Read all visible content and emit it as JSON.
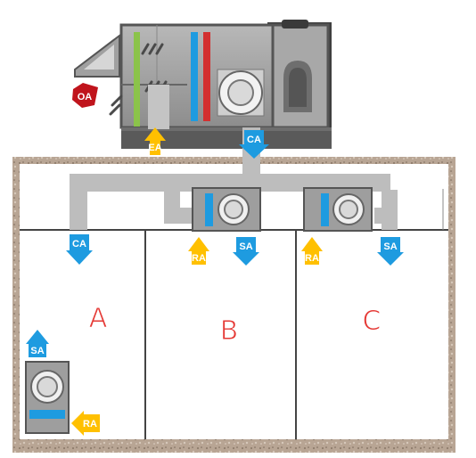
{
  "rooms": [
    {
      "label": "A",
      "color": "#e53935"
    },
    {
      "label": "B",
      "color": "#e53935"
    },
    {
      "label": "C",
      "color": "#e53935"
    }
  ],
  "air": {
    "oa": "OA",
    "ea": "EA",
    "ca": "CA",
    "sa": "SA",
    "ra": "RA"
  },
  "colors": {
    "supply_arrow": "#1e9be0",
    "return_arrow": "#ffc000",
    "outdoor_tag": "#c0141c",
    "duct": "#bdbdbd",
    "unit_body": "#9e9e9e",
    "coil_green": "#8bc34a",
    "coil_blue": "#1e9be0",
    "coil_red": "#d32f2f",
    "ground": "#b9a898"
  }
}
